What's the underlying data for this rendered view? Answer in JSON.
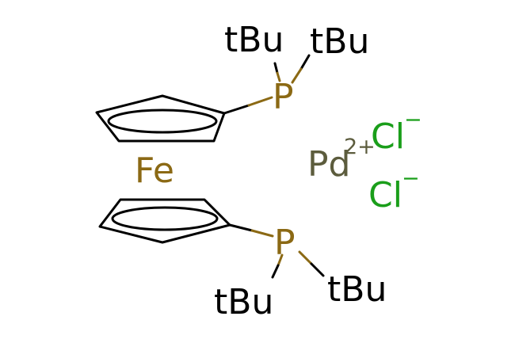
{
  "molecule": {
    "colors": {
      "bond": "#000000",
      "phosphorus": "#8b6914",
      "iron": "#8b6914",
      "palladium": "#5c5c3d",
      "chlorine": "#1a9e1a"
    },
    "labels": {
      "tbu_1": "tBu",
      "tbu_2": "tBu",
      "tbu_3": "tBu",
      "tbu_4": "tBu",
      "p_top": "P",
      "p_bottom": "P",
      "fe": "Fe",
      "pd": "Pd",
      "pd_charge": "2+",
      "cl_1": "Cl",
      "cl_1_charge": "−",
      "cl_2": "Cl",
      "cl_2_charge": "−"
    }
  }
}
